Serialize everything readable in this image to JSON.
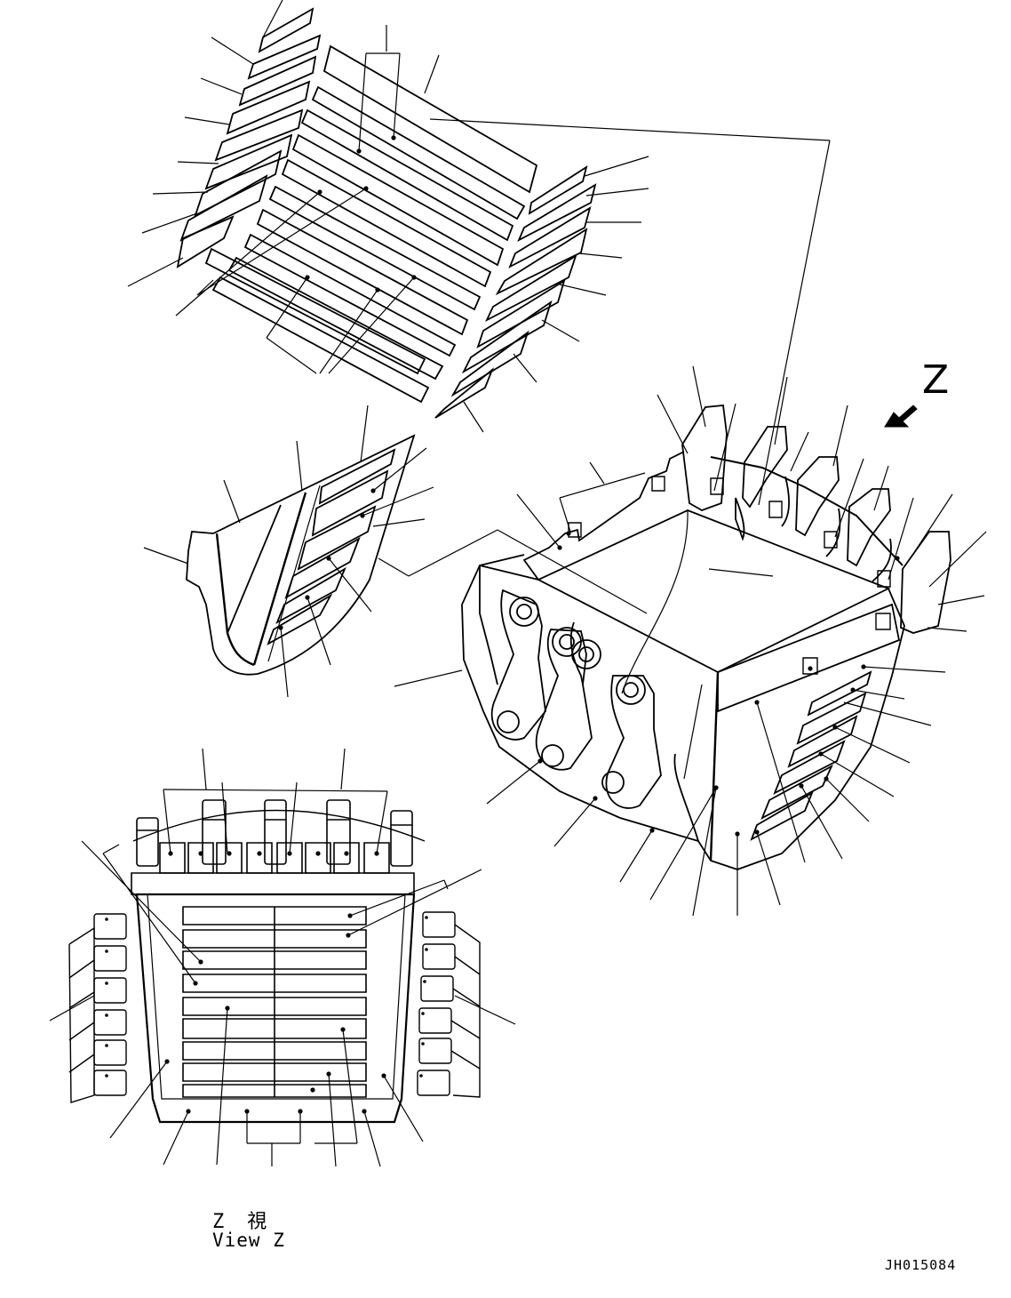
{
  "view_direction_letter": "Z",
  "view_caption_japanese": "Z　視",
  "view_caption_english": "View Z",
  "drawing_number": "JH015084",
  "colors": {
    "line": "#000000",
    "background": "#ffffff"
  },
  "arrow_icon": "view-direction-arrow"
}
